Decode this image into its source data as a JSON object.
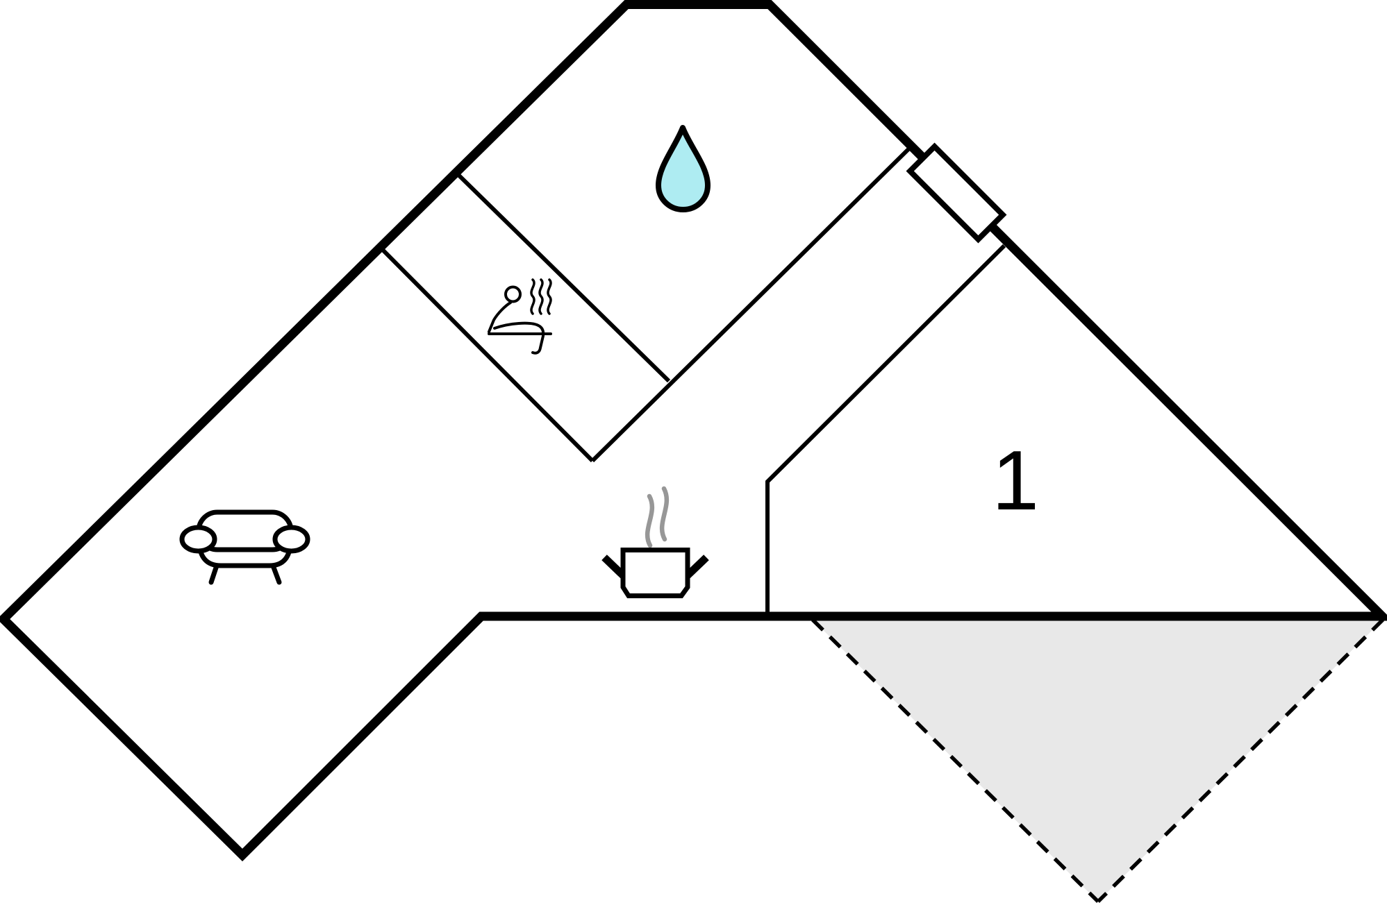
{
  "floorplan": {
    "room_label": "1",
    "colors": {
      "wall": "#000000",
      "background": "#ffffff",
      "water_drop_fill": "#aeecf2",
      "water_drop_outline": "#000000",
      "steam": "#979797",
      "terrace_fill": "#e8e8e8",
      "terrace_border": "#000000",
      "label_color": "#000000"
    },
    "icons": [
      {
        "name": "water-drop-icon"
      },
      {
        "name": "sauna-person-icon"
      },
      {
        "name": "heat-waves-icon"
      },
      {
        "name": "sofa-icon"
      },
      {
        "name": "cooking-pot-icon"
      },
      {
        "name": "steam-icon"
      }
    ],
    "areas": [
      {
        "name": "terrace-area",
        "style": "dashed-outline-triangle"
      }
    ]
  }
}
